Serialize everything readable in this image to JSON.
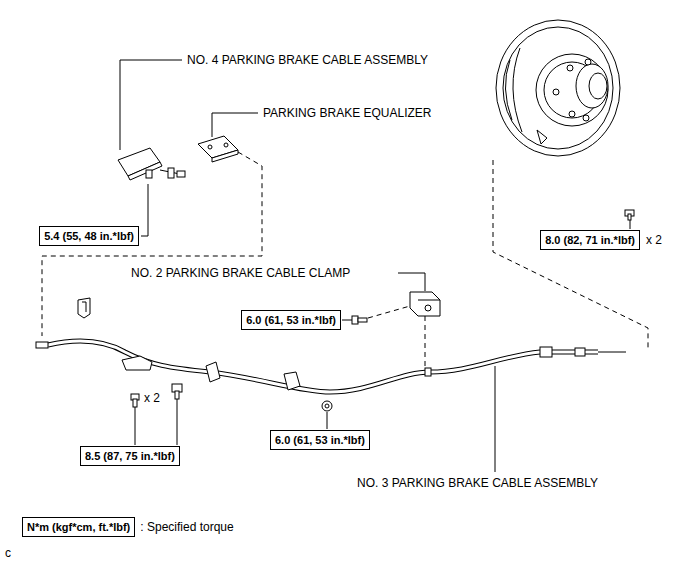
{
  "diagram": {
    "nodes": [
      {
        "text": [
          "5.4 (55, 48 in.*lbf)"
        ]
      },
      {
        "text": [
          "8.0 (82, 71 in.*lbf)"
        ]
      },
      {
        "text": [
          "6.0 (61, 53 in.*lbf)"
        ]
      },
      {
        "text": [
          "8.5 (87, 75 in.*lbf)"
        ]
      },
      {
        "text": [
          "6.0 (61, 53 in.*lbf)"
        ]
      },
      {
        "text": [
          "N*m (kgf*cm, ft.*lbf)"
        ]
      }
    ],
    "labels": [
      "NO. 4 PARKING BRAKE CABLE ASSEMBLY",
      "PARKING BRAKE EQUALIZER",
      "NO. 2 PARKING BRAKE CABLE CLAMP",
      "NO. 3 PARKING BRAKE CABLE ASSEMBLY",
      "x 2",
      "x 2",
      ": Specified torque",
      "c"
    ]
  }
}
